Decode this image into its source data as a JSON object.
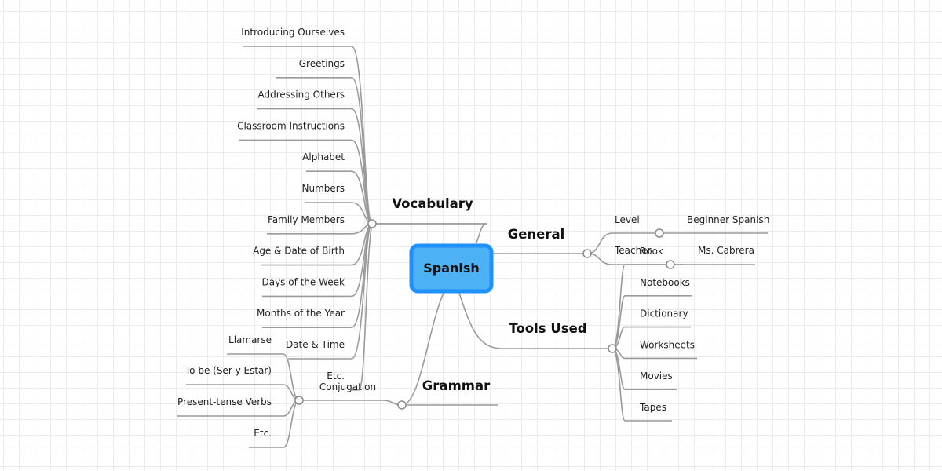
{
  "root": {
    "label": "Spanish",
    "fill_color": "#4db1f5",
    "border_color": "#1e90ff"
  },
  "branches": {
    "vocabulary": {
      "label": "Vocabulary",
      "items": [
        "Introducing Ourselves",
        "Greetings",
        "Addressing Others",
        "Classroom Instructions",
        "Alphabet",
        "Numbers",
        "Family Members",
        "Age & Date of Birth",
        "Days of the Week",
        "Months of the Year",
        "Date & Time",
        "Etc."
      ]
    },
    "general": {
      "label": "General",
      "items": [
        {
          "key": "Level",
          "value": "Beginner Spanish"
        },
        {
          "key": "Teacher",
          "value": "Ms. Cabrera"
        }
      ]
    },
    "tools": {
      "label": "Tools Used",
      "items": [
        "Book",
        "Notebooks",
        "Dictionary",
        "Worksheets",
        "Movies",
        "Tapes"
      ]
    },
    "grammar": {
      "label": "Grammar",
      "sub": {
        "label": "Conjugation",
        "items": [
          "Llamarse",
          "To be (Ser y Estar)",
          "Present-tense Verbs",
          "Etc."
        ]
      }
    }
  }
}
